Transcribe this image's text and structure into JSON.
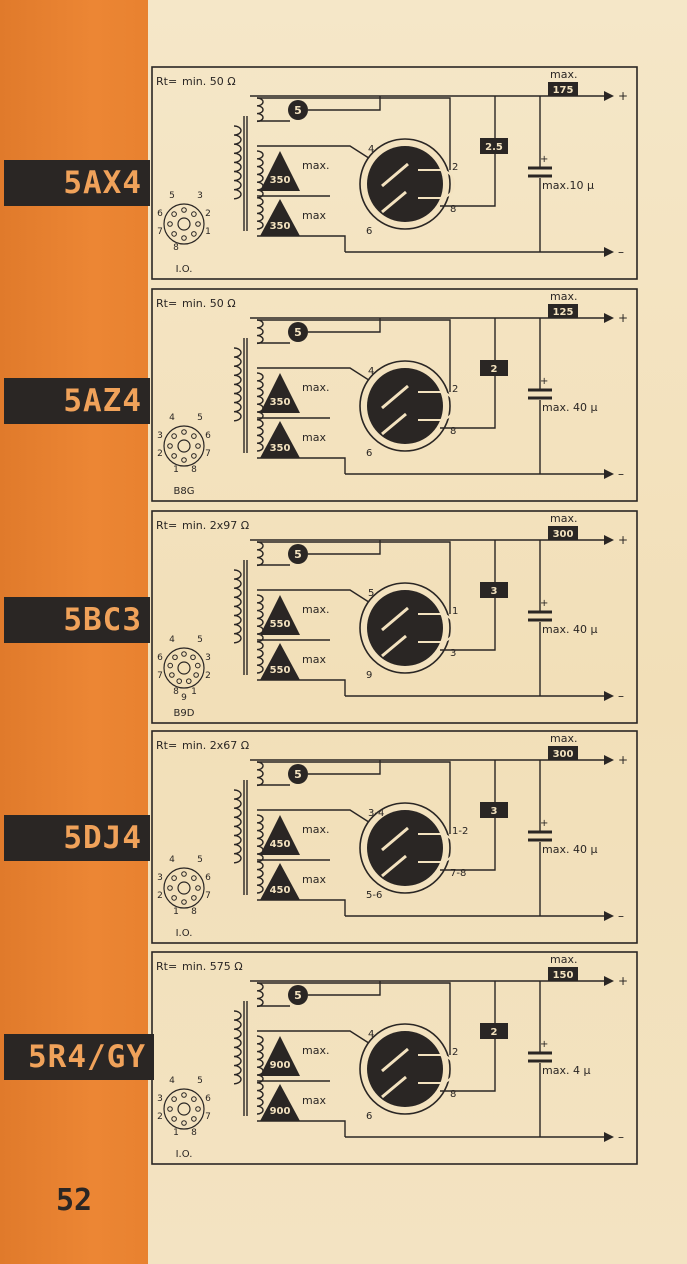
{
  "page_number": "52",
  "tubes": [
    {
      "name": "5AX4",
      "rt": "min. 50 Ω",
      "max_label": "max.",
      "voltage": "175",
      "drop": "2.5",
      "diode1": "350",
      "diode2": "350",
      "diode1_label": "max.",
      "diode2_label": "max",
      "pinA": "4",
      "pinB": "2",
      "pinC": "6",
      "pinD": "8",
      "cap": "max.10 µ",
      "base_code": "I.O.",
      "base_pins": [
        "5",
        "3",
        "6",
        "2",
        "7",
        "1",
        "8"
      ],
      "top": "5"
    },
    {
      "name": "5AZ4",
      "rt": "min. 50 Ω",
      "max_label": "max.",
      "voltage": "125",
      "drop": "2",
      "diode1": "350",
      "diode2": "350",
      "diode1_label": "max.",
      "diode2_label": "max",
      "pinA": "4",
      "pinB": "2",
      "pinC": "6",
      "pinD": "8",
      "cap": "max. 40 µ",
      "base_code": "B8G",
      "base_pins": [
        "4",
        "5",
        "3",
        "6",
        "2",
        "7",
        "1",
        "8"
      ],
      "top": "5"
    },
    {
      "name": "5BC3",
      "rt": "min. 2x97 Ω",
      "max_label": "max.",
      "voltage": "300",
      "drop": "3",
      "diode1": "550",
      "diode2": "550",
      "diode1_label": "max.",
      "diode2_label": "max",
      "pinA": "5",
      "pinB": "1",
      "pinC": "9",
      "pinD": "3",
      "cap": "max. 40 µ",
      "base_code": "B9D",
      "base_pins": [
        "4",
        "5",
        "6",
        "3",
        "7",
        "2",
        "8",
        "1",
        "9"
      ],
      "top": "5"
    },
    {
      "name": "5DJ4",
      "rt": "min. 2x67 Ω",
      "max_label": "max.",
      "voltage": "300",
      "drop": "3",
      "diode1": "450",
      "diode2": "450",
      "diode1_label": "max.",
      "diode2_label": "max",
      "pinA": "3-4",
      "pinB": "1-2",
      "pinC": "5-6",
      "pinD": "7-8",
      "cap": "max. 40 µ",
      "base_code": "I.O.",
      "base_pins": [
        "4",
        "5",
        "3",
        "6",
        "2",
        "7",
        "1",
        "8"
      ],
      "top": "5"
    },
    {
      "name": "5R4/GY",
      "rt": "min. 575 Ω",
      "max_label": "max.",
      "voltage": "150",
      "drop": "2",
      "diode1": "900",
      "diode2": "900",
      "diode1_label": "max.",
      "diode2_label": "max",
      "pinA": "4",
      "pinB": "2",
      "pinC": "6",
      "pinD": "8",
      "cap": "max. 4 µ",
      "base_code": "I.O.",
      "base_pins": [
        "4",
        "5",
        "3",
        "6",
        "2",
        "7",
        "1",
        "8"
      ],
      "top": "5"
    }
  ],
  "colors": {
    "sidebar": "#e8812f",
    "tag_bg": "#2a2624",
    "tag_text": "#f0a25a",
    "ink": "#2a2624",
    "paper": "#f3e2bf"
  },
  "icons": [
    "transformer-icon",
    "diode-triangle-icon",
    "rectifier-tube-icon",
    "capacitor-icon",
    "arrow-right-icon",
    "tube-socket-icon"
  ]
}
